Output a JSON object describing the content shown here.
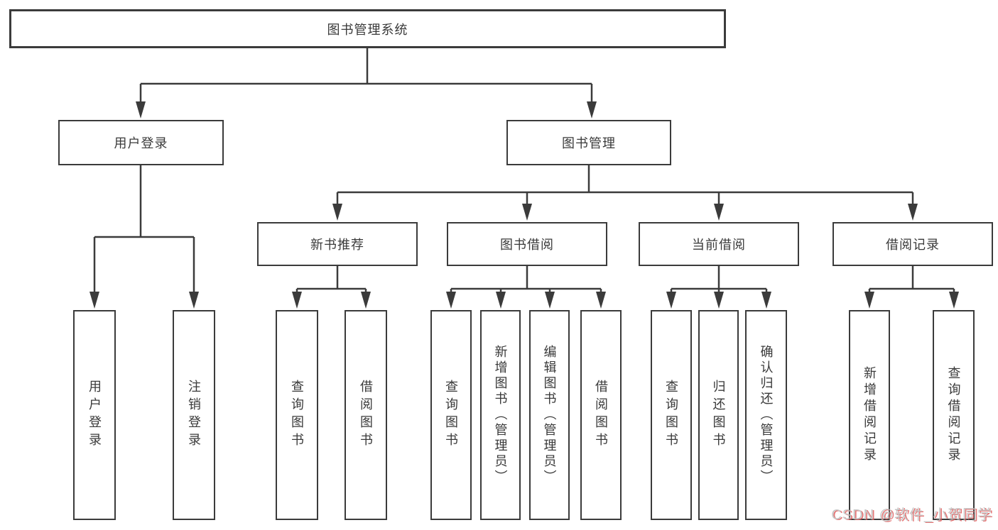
{
  "tree": {
    "label": "图书管理系统",
    "children": [
      {
        "label": "用户登录",
        "children": [
          {
            "label": "用户登录"
          },
          {
            "label": "注销登录"
          }
        ]
      },
      {
        "label": "图书管理",
        "children": [
          {
            "label": "新书推荐",
            "children": [
              {
                "label": "查询图书"
              },
              {
                "label": "借阅图书"
              }
            ]
          },
          {
            "label": "图书借阅",
            "children": [
              {
                "label": "查询图书"
              },
              {
                "label": "新增图书（管理员）"
              },
              {
                "label": "编辑图书（管理员）"
              },
              {
                "label": "借阅图书"
              }
            ]
          },
          {
            "label": "当前借阅",
            "children": [
              {
                "label": "查询图书"
              },
              {
                "label": "归还图书"
              },
              {
                "label": "确认归还（管理员）"
              }
            ]
          },
          {
            "label": "借阅记录",
            "children": [
              {
                "label": "新增借阅记录"
              },
              {
                "label": "查询借阅记录"
              }
            ]
          }
        ]
      }
    ]
  },
  "watermark": {
    "text": "CSDN @软件_小贺同学"
  },
  "colors": {
    "line": "#3b3b3b",
    "text": "#3a3a3a",
    "background": "#ffffff",
    "watermark-red": "#e05c5c",
    "watermark-gray": "#bdbdbd"
  }
}
